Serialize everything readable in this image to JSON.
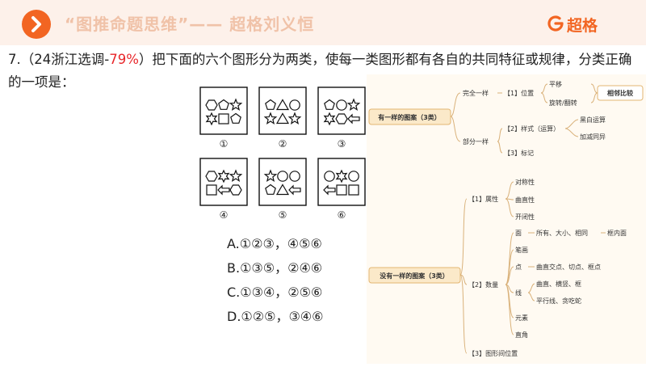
{
  "header": {
    "title": "“图推命题思维”—— 超格刘义恒",
    "logo_text": "超格",
    "icons": [
      "chevron-right-icon",
      "chaoge-logo-icon"
    ],
    "accent_color": "#f26522"
  },
  "question": {
    "text_before": "7.（24浙江选调-",
    "highlight": "79%",
    "text_after": "）把下面的六个图形分为两类，使每一类图形都有各自的共同特征或规律，分类正确的一项是：",
    "highlight_color": "#e8262a"
  },
  "puzzle": {
    "labels": [
      "①",
      "②",
      "③",
      "④",
      "⑤",
      "⑥"
    ]
  },
  "options": [
    {
      "letter": "A.",
      "text": "①②③，④⑤⑥"
    },
    {
      "letter": "B.",
      "text": "①③⑤，②④⑥"
    },
    {
      "letter": "C.",
      "text": "①③④，②⑤⑥"
    },
    {
      "letter": "D.",
      "text": "①②⑤，③④⑥"
    }
  ],
  "mindmap": {
    "root_same": "有一样的图案（3类）",
    "full_same": "完全一样",
    "position": "【1】位置",
    "translate": "平移",
    "rotate_flip": "旋转/翻转",
    "compare_adjacent": "相邻比较",
    "partial_same": "部分一样",
    "style_op": "【2】样式（运算）",
    "bw_op": "黑白运算",
    "add_sub": "加减同异",
    "mark": "【3】标记",
    "root_none": "没有一样的图案（3类）",
    "attribute": "【1】属性",
    "symmetry": "对称性",
    "curve_straight": "曲直性",
    "open_closed": "开闭性",
    "quantity": "【2】数量",
    "face": "面",
    "face_detail": "所有、大小、相同",
    "in_frame": "框内面",
    "stroke": "笔画",
    "point": "点",
    "point_detail": "曲直交点、切点、框点",
    "line": "线",
    "line_detail1": "曲直、横竖、框",
    "line_detail2": "平行线、贪吃蛇",
    "element": "元素",
    "right_angle": "直角",
    "relative_pos": "【3】图形间位置"
  }
}
